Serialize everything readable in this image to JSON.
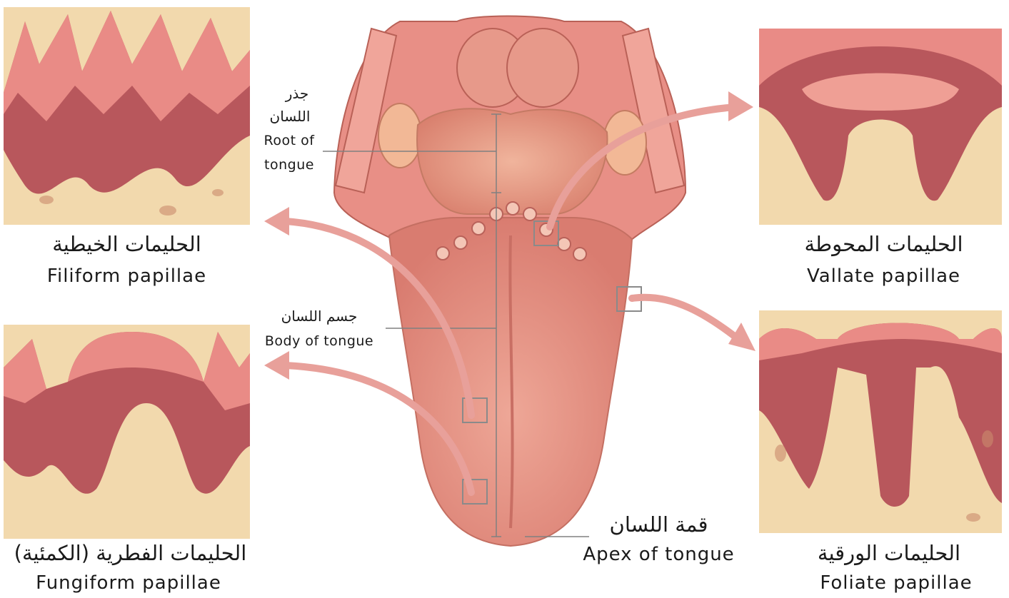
{
  "labels": {
    "root_ar_1": "جذر",
    "root_ar_2": "اللسان",
    "root_en_1": "Root of",
    "root_en_2": "tongue",
    "body_ar": "جسم اللسان",
    "body_en": "Body of tongue",
    "apex_ar": "قمة اللسان",
    "apex_en": "Apex of tongue"
  },
  "panels": {
    "filiform": {
      "ar": "الحليمات الخيطية",
      "en": "Filiform papillae"
    },
    "fungiform": {
      "ar": "الحليمات الفطرية (الكمئية)",
      "en": "Fungiform papillae"
    },
    "vallate": {
      "ar": "الحليمات المحوطة",
      "en": "Vallate papillae"
    },
    "foliate": {
      "ar": "الحليمات الورقية",
      "en": "Foliate papillae"
    }
  },
  "colors": {
    "tissue_base": "#f2d9ad",
    "epithelium": "#b8575c",
    "surface": "#e98b86",
    "tongue": "#e59a8c",
    "arrow": "#e8a09a"
  }
}
